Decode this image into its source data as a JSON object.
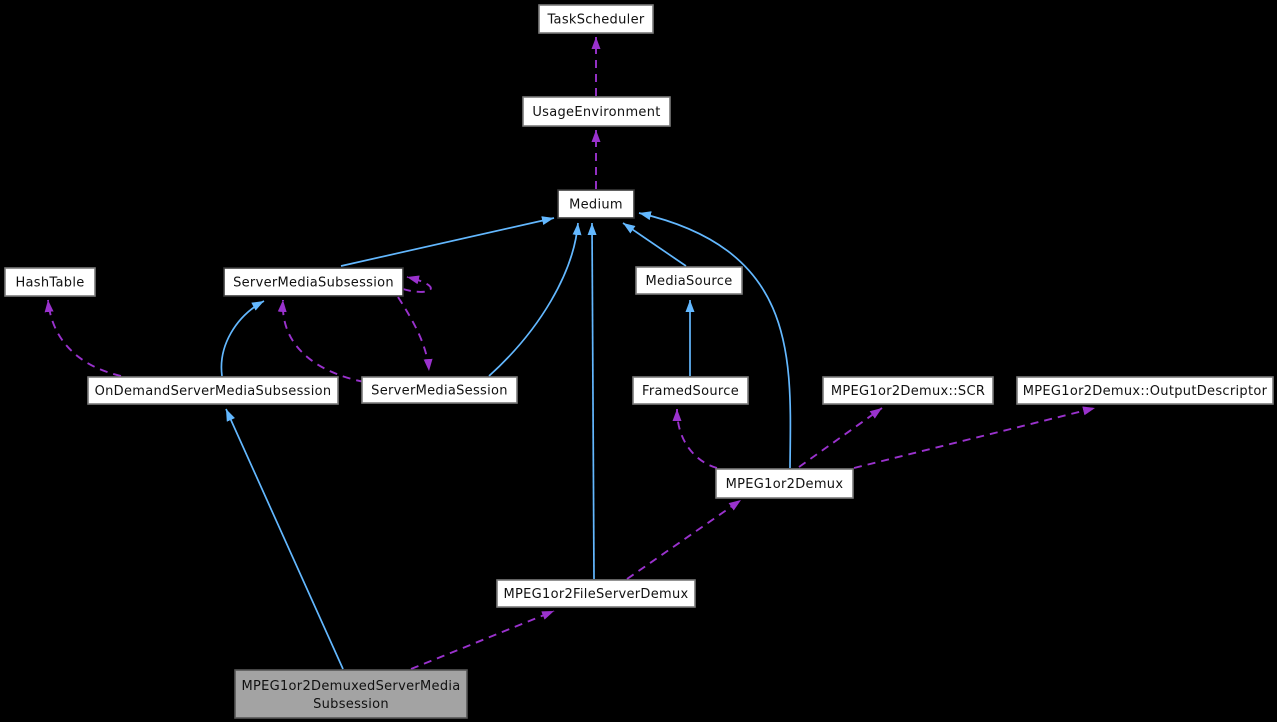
{
  "diagram": {
    "kind": "doxygen-collaboration-graph",
    "current_class": "MPEG1or2DemuxedServerMediaSubsession",
    "background_color": "#000000"
  },
  "colors": {
    "inheritance_edge": "#63b8ff",
    "usage_edge": "#9a32cd",
    "node_fill": "#ffffff",
    "node_border": "#7a7a7a",
    "current_node_fill": "#a3a3a3",
    "current_node_border": "#565656",
    "text": "#111111"
  },
  "nodes": [
    {
      "label": "TaskScheduler"
    },
    {
      "label": "UsageEnvironment"
    },
    {
      "label": "Medium"
    },
    {
      "label": "HashTable"
    },
    {
      "label": "ServerMediaSubsession"
    },
    {
      "label": "OnDemandServerMediaSubsession"
    },
    {
      "label": "ServerMediaSession"
    },
    {
      "label": "MediaSource"
    },
    {
      "label": "FramedSource"
    },
    {
      "label": "MPEG1or2Demux::SCR"
    },
    {
      "label": "MPEG1or2Demux::OutputDescriptor"
    },
    {
      "label": "MPEG1or2Demux"
    },
    {
      "label": "MPEG1or2FileServerDemux"
    },
    {
      "label": "MPEG1or2DemuxedServerMediaSubsession",
      "lines": [
        "MPEG1or2DemuxedServerMedia",
        "Subsession"
      ],
      "current": true
    }
  ],
  "edges": [
    {
      "from": "Medium",
      "to": "UsageEnvironment",
      "type": "usage"
    },
    {
      "from": "UsageEnvironment",
      "to": "TaskScheduler",
      "type": "usage"
    },
    {
      "from": "ServerMediaSubsession",
      "to": "Medium",
      "type": "inheritance"
    },
    {
      "from": "ServerMediaSession",
      "to": "Medium",
      "type": "inheritance"
    },
    {
      "from": "MediaSource",
      "to": "Medium",
      "type": "inheritance"
    },
    {
      "from": "MPEG1or2Demux",
      "to": "Medium",
      "type": "inheritance"
    },
    {
      "from": "MPEG1or2FileServerDemux",
      "to": "Medium",
      "type": "inheritance"
    },
    {
      "from": "FramedSource",
      "to": "MediaSource",
      "type": "inheritance"
    },
    {
      "from": "OnDemandServerMediaSubsession",
      "to": "ServerMediaSubsession",
      "type": "inheritance"
    },
    {
      "from": "MPEG1or2DemuxedServerMediaSubsession",
      "to": "OnDemandServerMediaSubsession",
      "type": "inheritance"
    },
    {
      "from": "OnDemandServerMediaSubsession",
      "to": "HashTable",
      "type": "usage"
    },
    {
      "from": "ServerMediaSession",
      "to": "ServerMediaSubsession",
      "type": "usage"
    },
    {
      "from": "ServerMediaSubsession",
      "to": "ServerMediaSession",
      "type": "usage"
    },
    {
      "from": "ServerMediaSubsession",
      "to": "ServerMediaSubsession",
      "type": "usage"
    },
    {
      "from": "MPEG1or2Demux",
      "to": "FramedSource",
      "type": "usage"
    },
    {
      "from": "MPEG1or2Demux",
      "to": "MPEG1or2Demux::SCR",
      "type": "usage"
    },
    {
      "from": "MPEG1or2Demux",
      "to": "MPEG1or2Demux::OutputDescriptor",
      "type": "usage"
    },
    {
      "from": "MPEG1or2FileServerDemux",
      "to": "MPEG1or2Demux",
      "type": "usage"
    },
    {
      "from": "MPEG1or2DemuxedServerMediaSubsession",
      "to": "MPEG1or2FileServerDemux",
      "type": "usage"
    }
  ]
}
